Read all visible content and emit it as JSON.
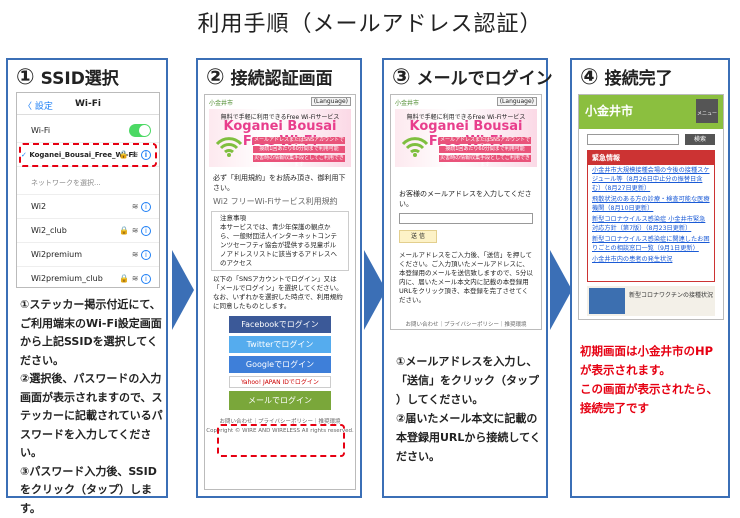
{
  "page_title": "利用手順（メールアドレス認証）",
  "steps": [
    {
      "num": "①",
      "title": "SSID選択"
    },
    {
      "num": "②",
      "title": "接続認証画面"
    },
    {
      "num": "③",
      "title": "メールでログイン"
    },
    {
      "num": "④",
      "title": "接続完了"
    }
  ],
  "ios": {
    "back": "〈 設定",
    "title": "Wi-Fi",
    "wifi_label": "Wi-Fi",
    "connected": "Koganei_Bousai_Free_Wi-Fi",
    "choose_label": "ネットワークを選択...",
    "networks": [
      "Wi2",
      "Wi2_club",
      "Wi2premium",
      "Wi2premium_club"
    ]
  },
  "step1_instructions": [
    "①ステッカー掲示付近にて、",
    "ご利用端末のWi-Fi設定画面",
    "から上記SSIDを選択してく",
    "ださい。",
    "②選択後、パスワードの入力",
    "画面が表示されますので、ス",
    "テッカーに記載されているパ",
    "スワードを入力してください。",
    "③パスワード入力後、SSID",
    "をクリック（タップ）します。"
  ],
  "portal": {
    "site_logo": "小金井市",
    "language": "(Language)",
    "banner_top": "無料で手軽に利用できるFree Wi-Fiサービス",
    "banner_name": "Koganei Bousai Free Wi-Fi",
    "banner_lines": [
      "メールアドレスまたはSNSアカウントで登録",
      "接続1回あたり60分間まで利用可能",
      "災害時の情報収集手段としてご利用できます"
    ],
    "consent": "必ず「利用規約」をお読み頂き、御利用下さい。",
    "terms_title": "Wi2 フリーWi-Fiサービス利用規約",
    "terms_body": "注意事項\n本サービスでは、青少年保護の観点から、一般財団法人インターネットコンテンツセーフティ協会が提供する児童ポルノアドレスリストに該当するアドレスへのアクセス",
    "terms_after": "以下の「SNSアカウントでログイン」又は「メールでログイン」を選択してください。なお、いずれかを選択した時点で、利用規約に同意したものとします。",
    "facebook": "Facebookでログイン",
    "twitter": "Twitterでログイン",
    "google": "Googleでログイン",
    "yahoo": "Yahoo! JAPAN IDでログイン",
    "mail": "メールでログイン",
    "footer_links": "お問い合わせ｜プライバシーポリシー｜推奨環境",
    "copyright": "Copyright © WIRE AND WIRELESS All rights reserved."
  },
  "mail_page": {
    "prompt": "お客様のメールアドレスを入力してください。",
    "send": "送 信",
    "body": "メールアドレスをご入力後、「送信」を押してください。ご入力頂いたメールアドレスに、本登録用のメールを送信致しますので、5分以内に、届いたメール本文内に記載の本登録用URLをクリック頂き、本登録を完了させてください。"
  },
  "step3_instructions": [
    "①メールアドレスを入力し、",
    "「送信」をクリック（タップ",
    "）してください。",
    "②届いたメール本文に記載の",
    "本登録用URLから接続してく",
    "ださい。"
  ],
  "koganei": {
    "logo": "小金井市",
    "menu": "メニュー",
    "search": "検索",
    "news_head": "緊急情報",
    "news": [
      "小金井市大規模接種会場の今後の接種スケジュール等（8月26日中止分の振替日含む）（8月27日更新）",
      "飛散状況のある方の診療・検査可能な医療機関（8月10日更新）",
      "新型コロナウイルス感染症 小金井市緊急対応方針（第7版）（8月23日更新）",
      "新型コロナウイルス感染症に関連したお困りごとの相談窓口一覧（9月1日更新）",
      "小金井市内の患者の発生状況"
    ],
    "vaccine": "新型コロナワクチンの接種状況"
  },
  "step4_instructions": [
    "初期画面は小金井市のHP",
    "が表示されます。",
    "この画面が表示されたら、",
    "接続完了です"
  ],
  "colors": {
    "accent": "#3b6fb6",
    "alert": "#e60012",
    "facebook": "#3b5998",
    "twitter": "#55acee",
    "google": "#3e7fd9",
    "mail": "#7aa73a"
  }
}
